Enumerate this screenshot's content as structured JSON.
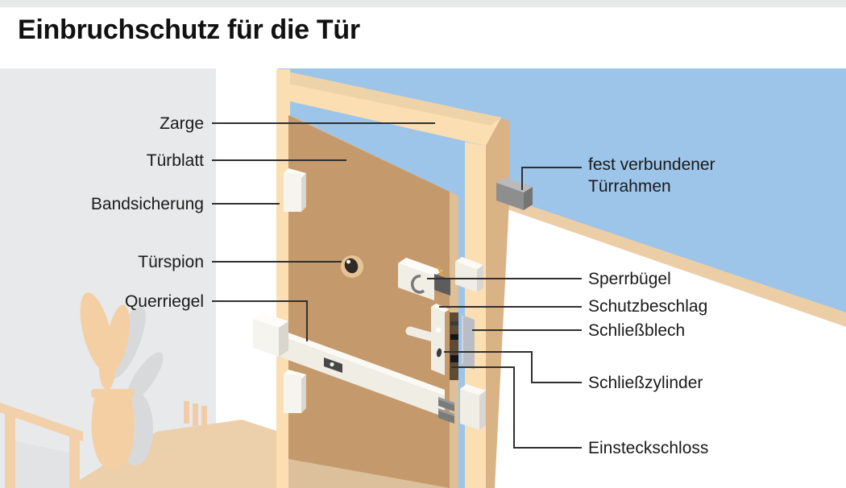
{
  "title": "Einbruchschutz für die Tür",
  "labels": {
    "zarge": "Zarge",
    "tuerblatt": "Türblatt",
    "bandsicherung": "Bandsicherung",
    "tuerspion": "Türspion",
    "querriegel": "Querriegel",
    "tuerrahmen": "fest verbundener Türrahmen",
    "sperrbuegel": "Sperrbügel",
    "schutzbeschlag": "Schutzbeschlag",
    "schliessblech": "Schließblech",
    "schliesszylinder": "Schließzylinder",
    "einsteckschloss": "Einsteckschloss"
  },
  "colors": {
    "top_strip": "#e7e8e8",
    "wall_interior_gray": "#e8e9ea",
    "wall_exterior_blue": "#9dc5e9",
    "wall_base_strip": "#eccea6",
    "floor_peach": "#eccfab",
    "frame_peach_light": "#fbdfb2",
    "frame_peach_dark": "#d9b286",
    "door_brown": "#c49a6c",
    "furniture_peach": "#f4cfa4",
    "hardware_white": "#f0ede5",
    "metal_gray": "#8e8e8e",
    "strike_plate_gray": "#b9bec6",
    "leader_line": "#2f2f2f",
    "text": "#1a1a1a"
  }
}
